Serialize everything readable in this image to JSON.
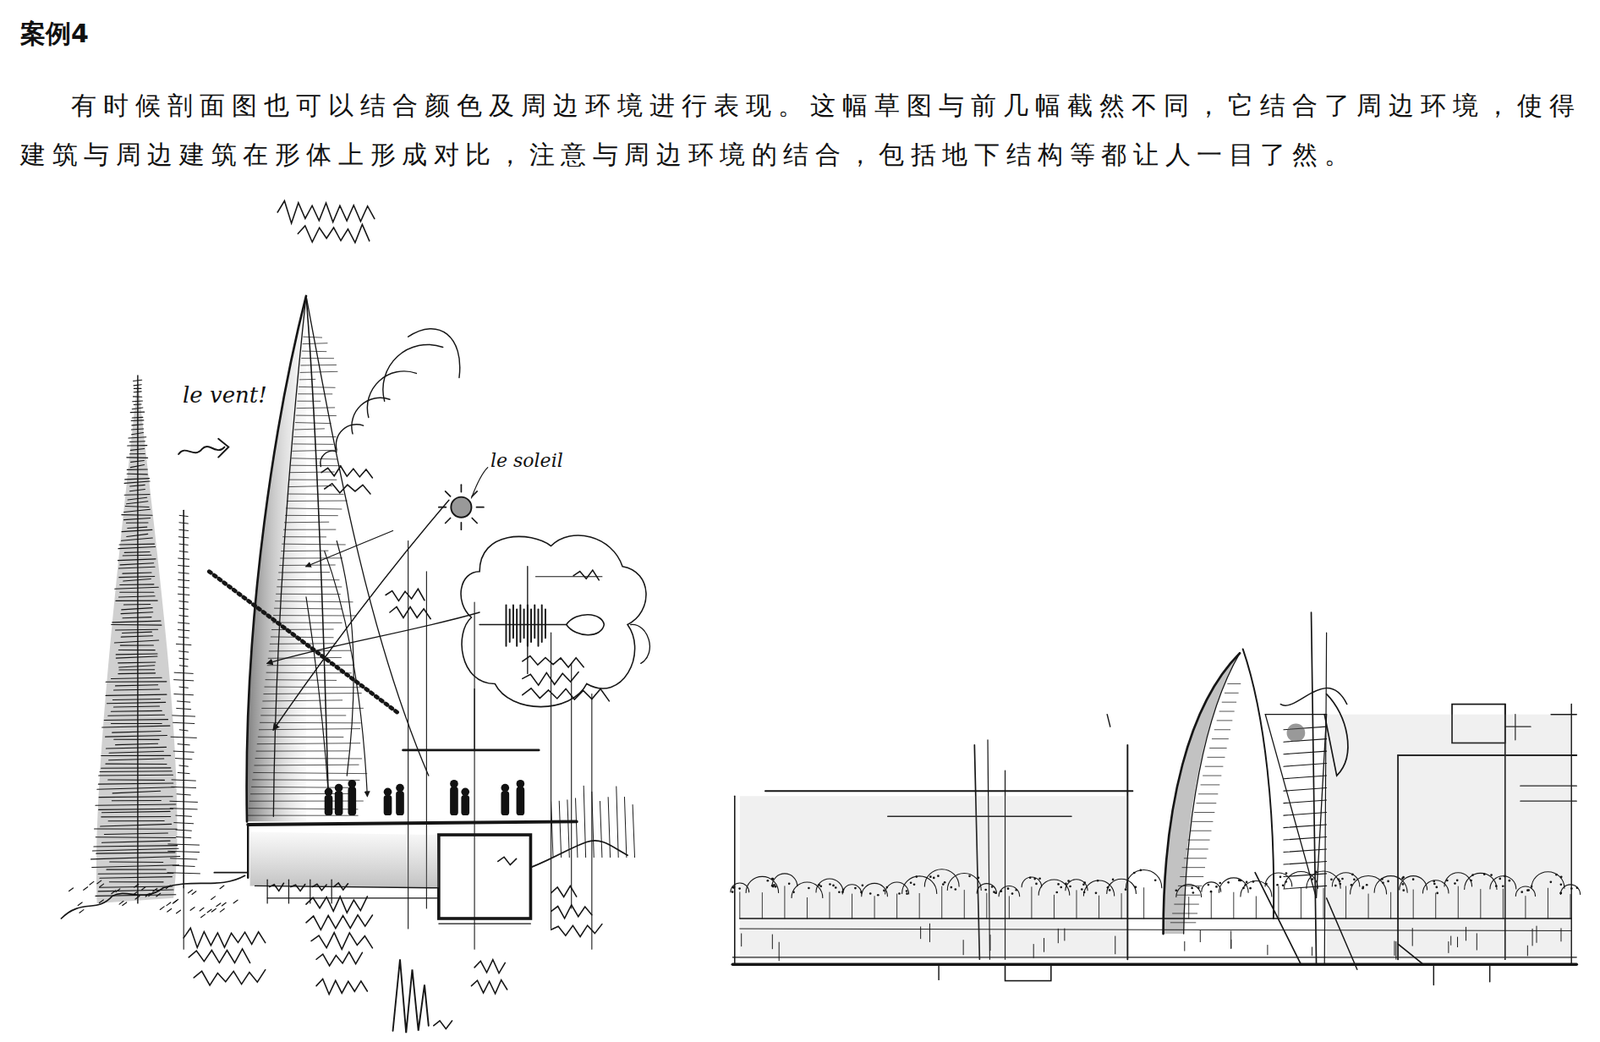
{
  "diagram": {
    "title": "案例4",
    "labels": [
      "有时候剖面图也可以结合颜色及周边环境进行表现。这幅草图与前几幅截然不同，它结合了周边环境，使得建筑与周边建筑在形体上形成对比，注意与周边环境的结合，包括地下结构等都让人一目了然。",
      "le vent!",
      "le soleil"
    ]
  }
}
